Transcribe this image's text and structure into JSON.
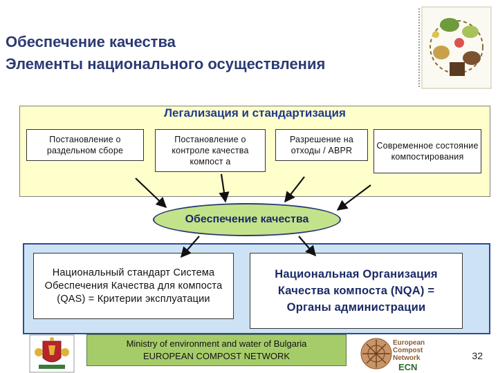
{
  "slide": {
    "title_line1": "Обеспечение качества",
    "title_line2": "Элементы национального осуществления",
    "page_number": "32"
  },
  "legalization": {
    "title": "Легализация и стандартизация",
    "boxes": [
      {
        "label": "Постановление о раздельном сборе"
      },
      {
        "label": "Постановление о контроле качества компост а"
      },
      {
        "label": "Разрешение на отходы / ABPR"
      },
      {
        "label": "Современное состояние компостирования"
      }
    ]
  },
  "quality_assurance": {
    "label": "Обеспечение качества"
  },
  "national": {
    "standard_label": "Национальный стандарт Система Обеспечения Качества для компоста (QAS) = Критерии эксплуатации",
    "organization_label": "Национальная Организация Качества компоста (NQA) = Органы администрации"
  },
  "footer": {
    "line1": "Ministry of environment and water of Bulgaria",
    "line2": "EUROPEAN COMPOST NETWORK",
    "ecn_logo_line1": "European",
    "ecn_logo_line2": "Compost",
    "ecn_logo_line3": "Network",
    "ecn_logo_abbr": "ECN"
  },
  "colors": {
    "title": "#2b3a73",
    "legal_panel_bg": "#ffffcc",
    "ellipse_fill": "#c3e38a",
    "national_panel_bg": "#cde3f5",
    "footer_bg": "#a6cc6a"
  }
}
